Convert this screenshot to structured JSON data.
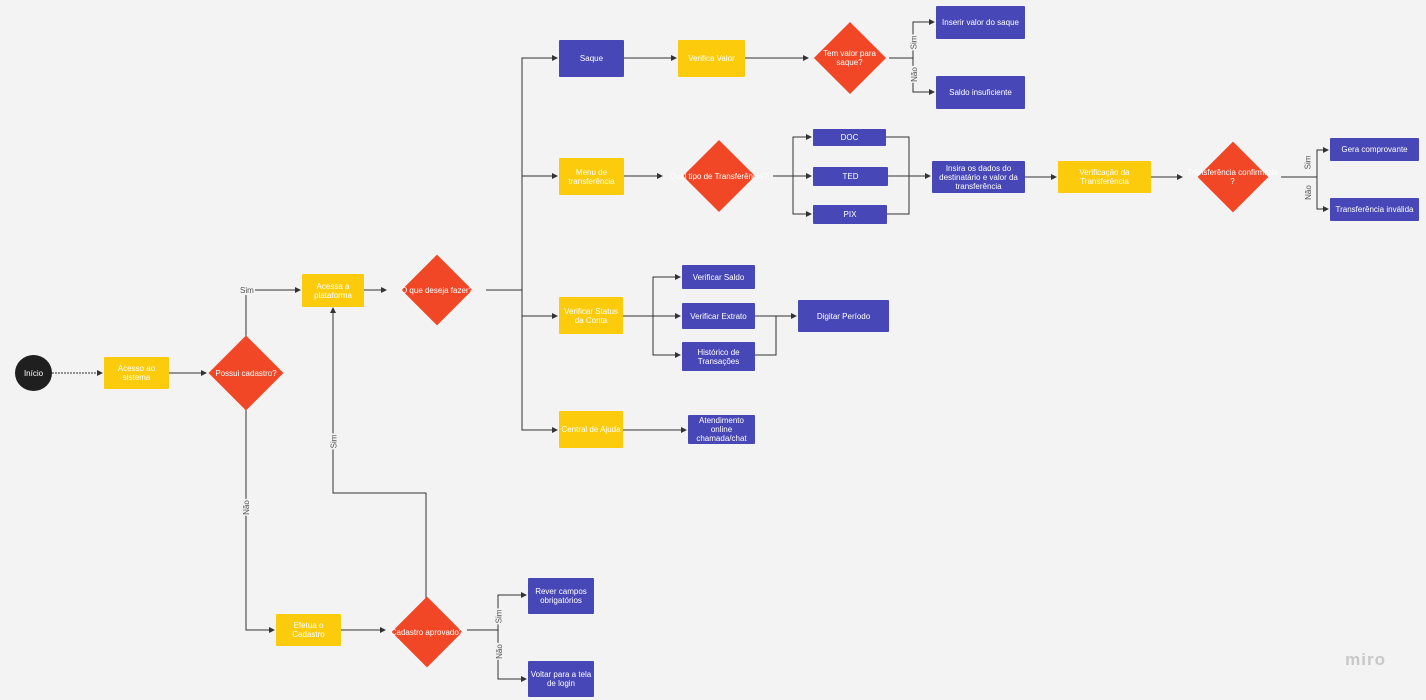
{
  "colors": {
    "start": "#1f1f1f",
    "process": "#fccb0c",
    "decision": "#f24726",
    "action": "#4747b7",
    "line": "#333333"
  },
  "nodes": {
    "inicio": "Início",
    "acesso": "Acesso ao sistema",
    "possui": "Possui cadastro?",
    "acessa": "Acessa a plataforma",
    "oque": "O que deseja fazer?",
    "efetua": "Efetua o Cadastro",
    "aprovado": "Cadastro aprovado?",
    "rever": "Rever campos obrigatórios",
    "voltar": "Voltar para a tela de login",
    "saque": "Saque",
    "verifica_valor": "Verifica Valor",
    "tem_valor": "Tem valor para saque?",
    "inserir": "Inserir valor do saque",
    "saldo_insuf": "Saldo insuficiente",
    "menu_transf": "Menu de transferência",
    "qual_tipo": "Qual tipo de Transferência?",
    "doc": "DOC",
    "ted": "TED",
    "pix": "PIX",
    "insira": "Insira os dados do destinatário e valor da transferência",
    "verificacao": "Verificação da Transferência",
    "transf_conf": "Transferência confirmada ?",
    "gera": "Gera comprovante",
    "transf_inv": "Transferência inválida",
    "verificar_status": "Verificar Status da Conta",
    "verificar_saldo": "Verificar Saldo",
    "verificar_extrato": "Verificar Extrato",
    "historico": "Histórico de Transações",
    "digitar": "Digitar Período",
    "central": "Central de Ajuda",
    "atendimento": "Atendimento online chamada/chat"
  },
  "labels": {
    "sim": "Sim",
    "nao": "Não"
  },
  "brand": "miro"
}
